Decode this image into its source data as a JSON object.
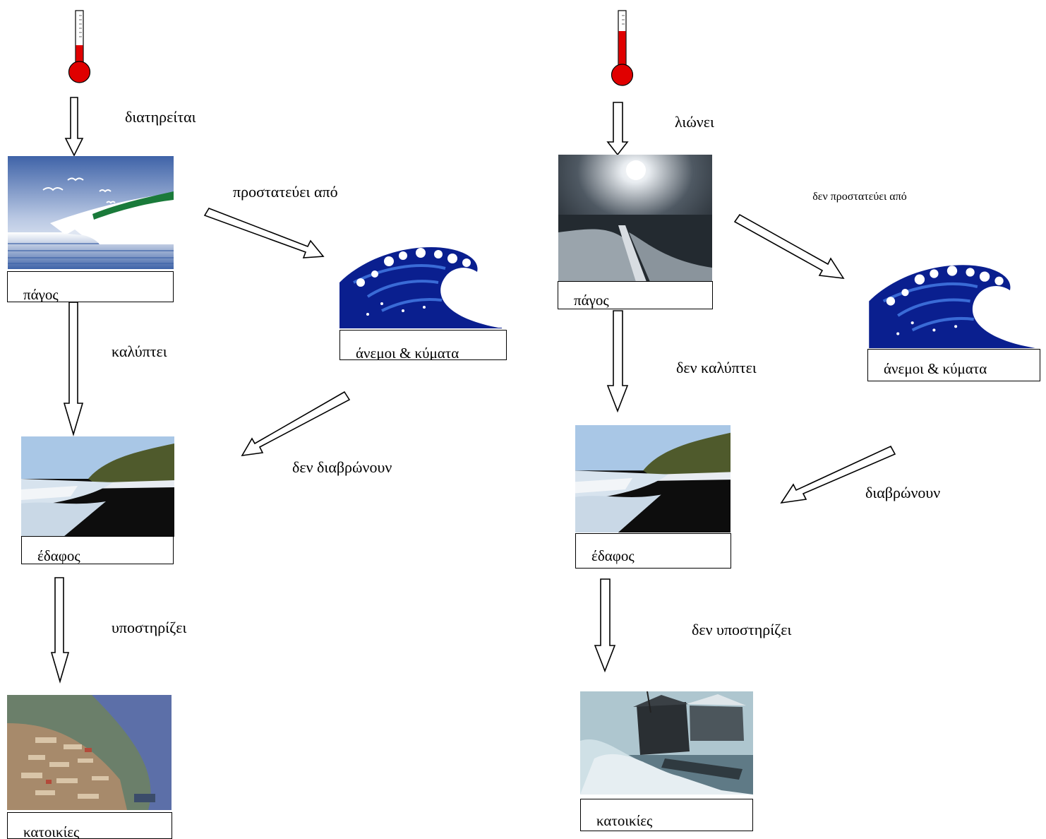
{
  "left": {
    "link_preserved": "διατηρείται",
    "link_protects": "προστατεύει από",
    "link_covers": "καλύπτει",
    "link_no_erosion": "δεν διαβρώνουν",
    "link_supports": "υποστηρίζει",
    "caption_ice": "πάγος",
    "caption_waves": "άνεμοι & κύματα",
    "caption_soil": "έδαφος",
    "caption_houses": "κατοικίες"
  },
  "right": {
    "link_melts": "λιώνει",
    "link_not_protects": "δεν προστατεύει από",
    "link_not_covers": "δεν καλύπτει",
    "link_erode": "διαβρώνουν",
    "link_not_supports": "δεν υποστηρίζει",
    "caption_ice": "πάγος",
    "caption_waves": "άνεμοι & κύματα",
    "caption_soil": "έδαφος",
    "caption_houses": "κατοικίες"
  },
  "colors": {
    "thermometer_red": "#e00000",
    "wave_blue": "#0a1f8f",
    "sky_blue": "#3f63a8",
    "cliff_green": "#1a7a3a"
  }
}
